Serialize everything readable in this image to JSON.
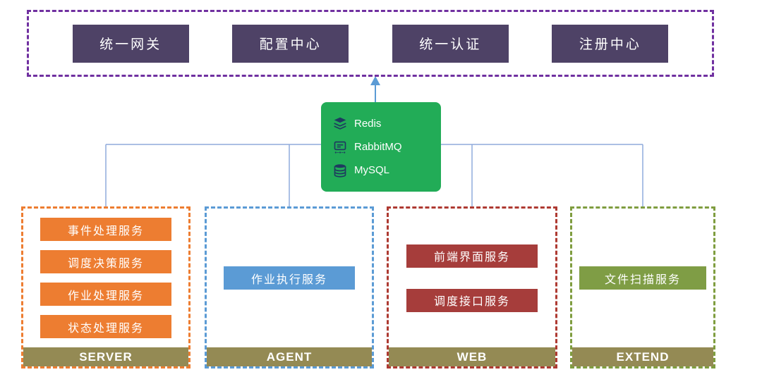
{
  "colors": {
    "top_border": "#7030A0",
    "top_box": "#4E4266",
    "middleware_box": "#22AC57",
    "connector_line": "#8FAADC",
    "arrow": "#5B9BD5",
    "server_accent": "#ED7D31",
    "agent_accent": "#5B9BD5",
    "web_accent": "#A63D3B",
    "extend_accent": "#7F9D45",
    "group_label_bar": "#948A54"
  },
  "top_panel": {
    "items": [
      {
        "label": "统一网关"
      },
      {
        "label": "配置中心"
      },
      {
        "label": "统一认证"
      },
      {
        "label": "注册中心"
      }
    ]
  },
  "middleware": {
    "items": [
      {
        "icon": "redis-icon",
        "name": "Redis"
      },
      {
        "icon": "rabbitmq-icon",
        "name": "RabbitMQ"
      },
      {
        "icon": "mysql-icon",
        "name": "MySQL"
      }
    ]
  },
  "groups": [
    {
      "name": "SERVER",
      "services": [
        "事件处理服务",
        "调度决策服务",
        "作业处理服务",
        "状态处理服务"
      ]
    },
    {
      "name": "AGENT",
      "services": [
        "作业执行服务"
      ]
    },
    {
      "name": "WEB",
      "services": [
        "前端界面服务",
        "调度接口服务"
      ]
    },
    {
      "name": "EXTEND",
      "services": [
        "文件扫描服务"
      ]
    }
  ]
}
